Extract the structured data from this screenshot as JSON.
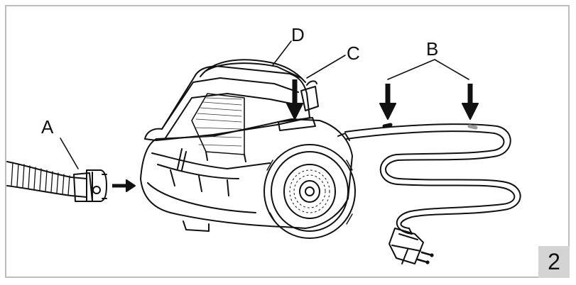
{
  "labels": {
    "a": "A",
    "b": "B",
    "c": "C",
    "d": "D"
  },
  "figure_number": "2",
  "colors": {
    "frame": "#bdbdbd",
    "ink": "#111111",
    "badge": "#d4d4d4"
  }
}
